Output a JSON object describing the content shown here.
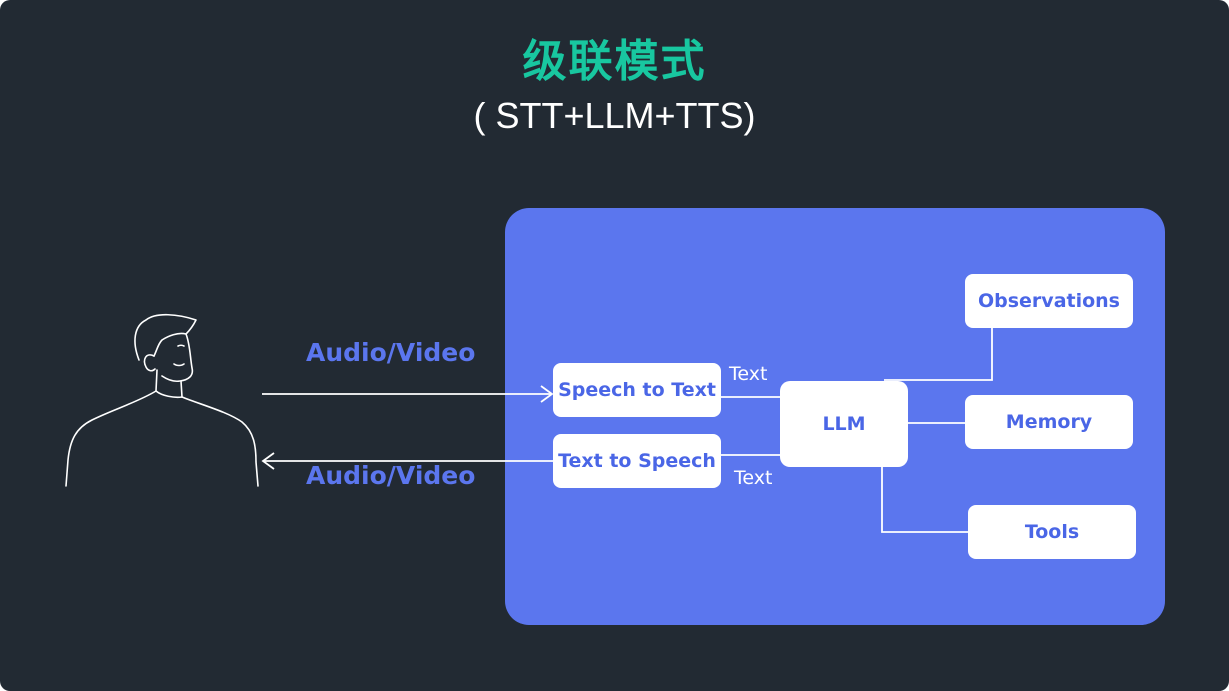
{
  "title": "级联模式",
  "subtitle": "( STT+LLM+TTS)",
  "flow": {
    "input_label": "Audio/Video",
    "output_label": "Audio/Video"
  },
  "nodes": {
    "stt": "Speech to Text",
    "tts": "Text to Speech",
    "llm": "LLM",
    "observations": "Observations",
    "memory": "Memory",
    "tools": "Tools"
  },
  "edges": {
    "stt_to_llm": "Text",
    "llm_to_tts": "Text"
  },
  "colors": {
    "background": "#222a33",
    "title": "#18c7a0",
    "panel": "#5b76ee",
    "box_text": "#4a66e6",
    "flow_label": "#5b76ee"
  },
  "icons": {
    "user": "person-outline-icon"
  }
}
